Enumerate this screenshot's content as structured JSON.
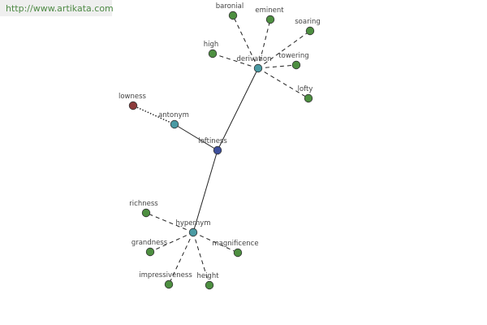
{
  "banner": {
    "url": "http://www.artikata.com"
  },
  "colors": {
    "center": "#3d4f9c",
    "relation": "#4a9aa3",
    "word": "#4d8f40",
    "antonym_word": "#8c3b3b",
    "edge": "#222222",
    "label": "#444444"
  },
  "graph": {
    "center": {
      "id": "loftiness",
      "label": "loftiness",
      "kind": "center"
    },
    "relations": [
      {
        "id": "derivation",
        "label": "derivation",
        "kind": "relation",
        "edge_style": "solid"
      },
      {
        "id": "antonym",
        "label": "antonym",
        "kind": "relation",
        "edge_style": "solid"
      },
      {
        "id": "hypernym",
        "label": "hypernym",
        "kind": "relation",
        "edge_style": "solid"
      }
    ],
    "words": [
      {
        "id": "baronial",
        "label": "baronial",
        "parent": "derivation",
        "kind": "word",
        "edge_style": "dashed"
      },
      {
        "id": "eminent",
        "label": "eminent",
        "parent": "derivation",
        "kind": "word",
        "edge_style": "dashed"
      },
      {
        "id": "soaring",
        "label": "soaring",
        "parent": "derivation",
        "kind": "word",
        "edge_style": "dashed"
      },
      {
        "id": "high",
        "label": "high",
        "parent": "derivation",
        "kind": "word",
        "edge_style": "dashed"
      },
      {
        "id": "towering",
        "label": "towering",
        "parent": "derivation",
        "kind": "word",
        "edge_style": "dashed"
      },
      {
        "id": "lofty",
        "label": "lofty",
        "parent": "derivation",
        "kind": "word",
        "edge_style": "dashed"
      },
      {
        "id": "lowness",
        "label": "lowness",
        "parent": "antonym",
        "kind": "antonym_word",
        "edge_style": "dotted"
      },
      {
        "id": "richness",
        "label": "richness",
        "parent": "hypernym",
        "kind": "word",
        "edge_style": "dashed"
      },
      {
        "id": "grandness",
        "label": "grandness",
        "parent": "hypernym",
        "kind": "word",
        "edge_style": "dashed"
      },
      {
        "id": "magnificence",
        "label": "magnificence",
        "parent": "hypernym",
        "kind": "word",
        "edge_style": "dashed"
      },
      {
        "id": "impressiveness",
        "label": "impressiveness",
        "parent": "hypernym",
        "kind": "word",
        "edge_style": "dashed"
      },
      {
        "id": "height",
        "label": "height",
        "parent": "hypernym",
        "kind": "word",
        "edge_style": "dashed"
      }
    ]
  }
}
